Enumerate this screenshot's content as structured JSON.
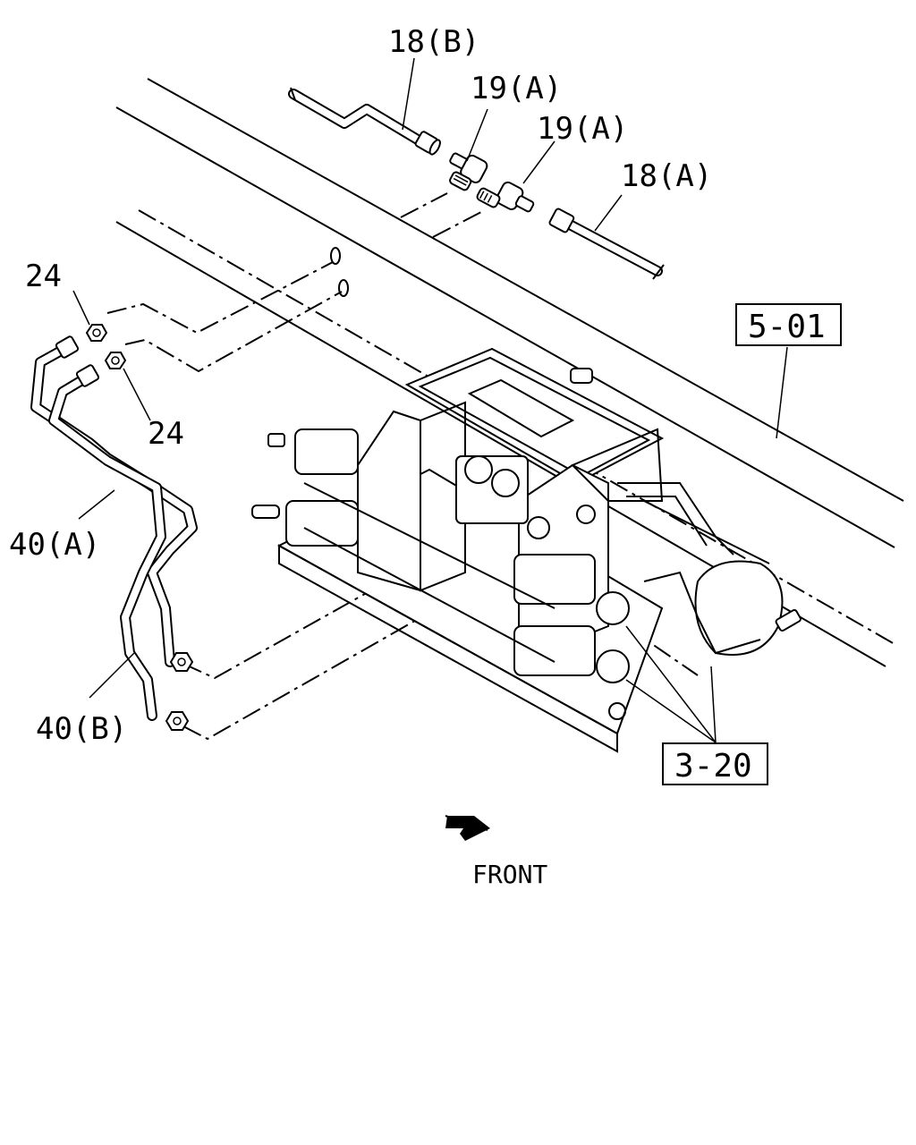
{
  "diagram": {
    "labels": {
      "pipe_18b": "18(B)",
      "union_19a_upper": "19(A)",
      "union_19a_lower": "19(A)",
      "pipe_18a": "18(A)",
      "nut_24_upper": "24",
      "nut_24_lower": "24",
      "pipe_40a": "40(A)",
      "pipe_40b": "40(B)"
    },
    "refs": {
      "ref_5_01": "5-01",
      "ref_3_20": "3-20"
    },
    "orientation": {
      "front_label": "FRONT"
    }
  }
}
